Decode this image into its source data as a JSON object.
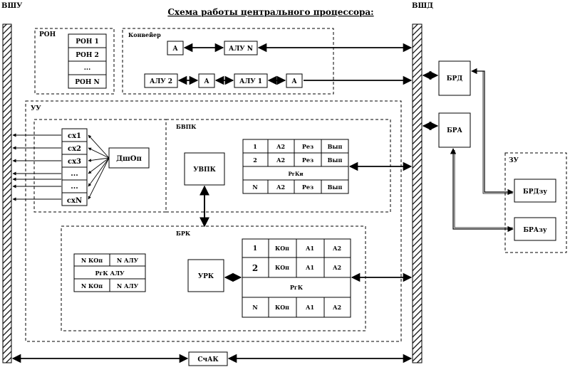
{
  "title": "Схема работы центрального процессора:",
  "bus_left": "ВШУ",
  "bus_right": "ВШД",
  "ron": {
    "label": "РОН",
    "items": [
      "РОН 1",
      "РОН 2",
      "...",
      "РОН N"
    ]
  },
  "conveyor": {
    "label": "Конвейер",
    "a": "А",
    "alu_n": "АЛУ N",
    "alu_2": "АЛУ 2",
    "alu_1": "АЛУ 1"
  },
  "brd": "БРД",
  "bra": "БРА",
  "zu": {
    "label": "ЗУ",
    "brd_zu": "БРДзу",
    "bra_zu": "БРАзу"
  },
  "uu": {
    "label": "УУ",
    "sx": [
      "сх1",
      "сх2",
      "сх3",
      "...",
      "...",
      "схN"
    ],
    "dshop": "ДшОп"
  },
  "bvpk": {
    "label": "БВПК",
    "uvpk": "УВПК",
    "rows": [
      [
        "1",
        "А2",
        "Рез",
        "Вып"
      ],
      [
        "2",
        "А2",
        "Рез",
        "Вып"
      ],
      [
        "N",
        "А2",
        "Рез",
        "Вып"
      ]
    ],
    "rgki": "РгКи"
  },
  "brk": {
    "label": "БРК",
    "urk": "УРК",
    "left_table": {
      "row1": [
        "N КОп",
        "N АЛУ"
      ],
      "mid": "РгК АЛУ",
      "row2": [
        "N КОп",
        "N АЛУ"
      ]
    },
    "rows": [
      [
        "1",
        "КОп",
        "А1",
        "А2"
      ],
      [
        "2",
        "КОп",
        "А1",
        "А2"
      ],
      [
        "N",
        "КОп",
        "А1",
        "А2"
      ]
    ],
    "rgk": "РгК"
  },
  "schak": "СчАК"
}
